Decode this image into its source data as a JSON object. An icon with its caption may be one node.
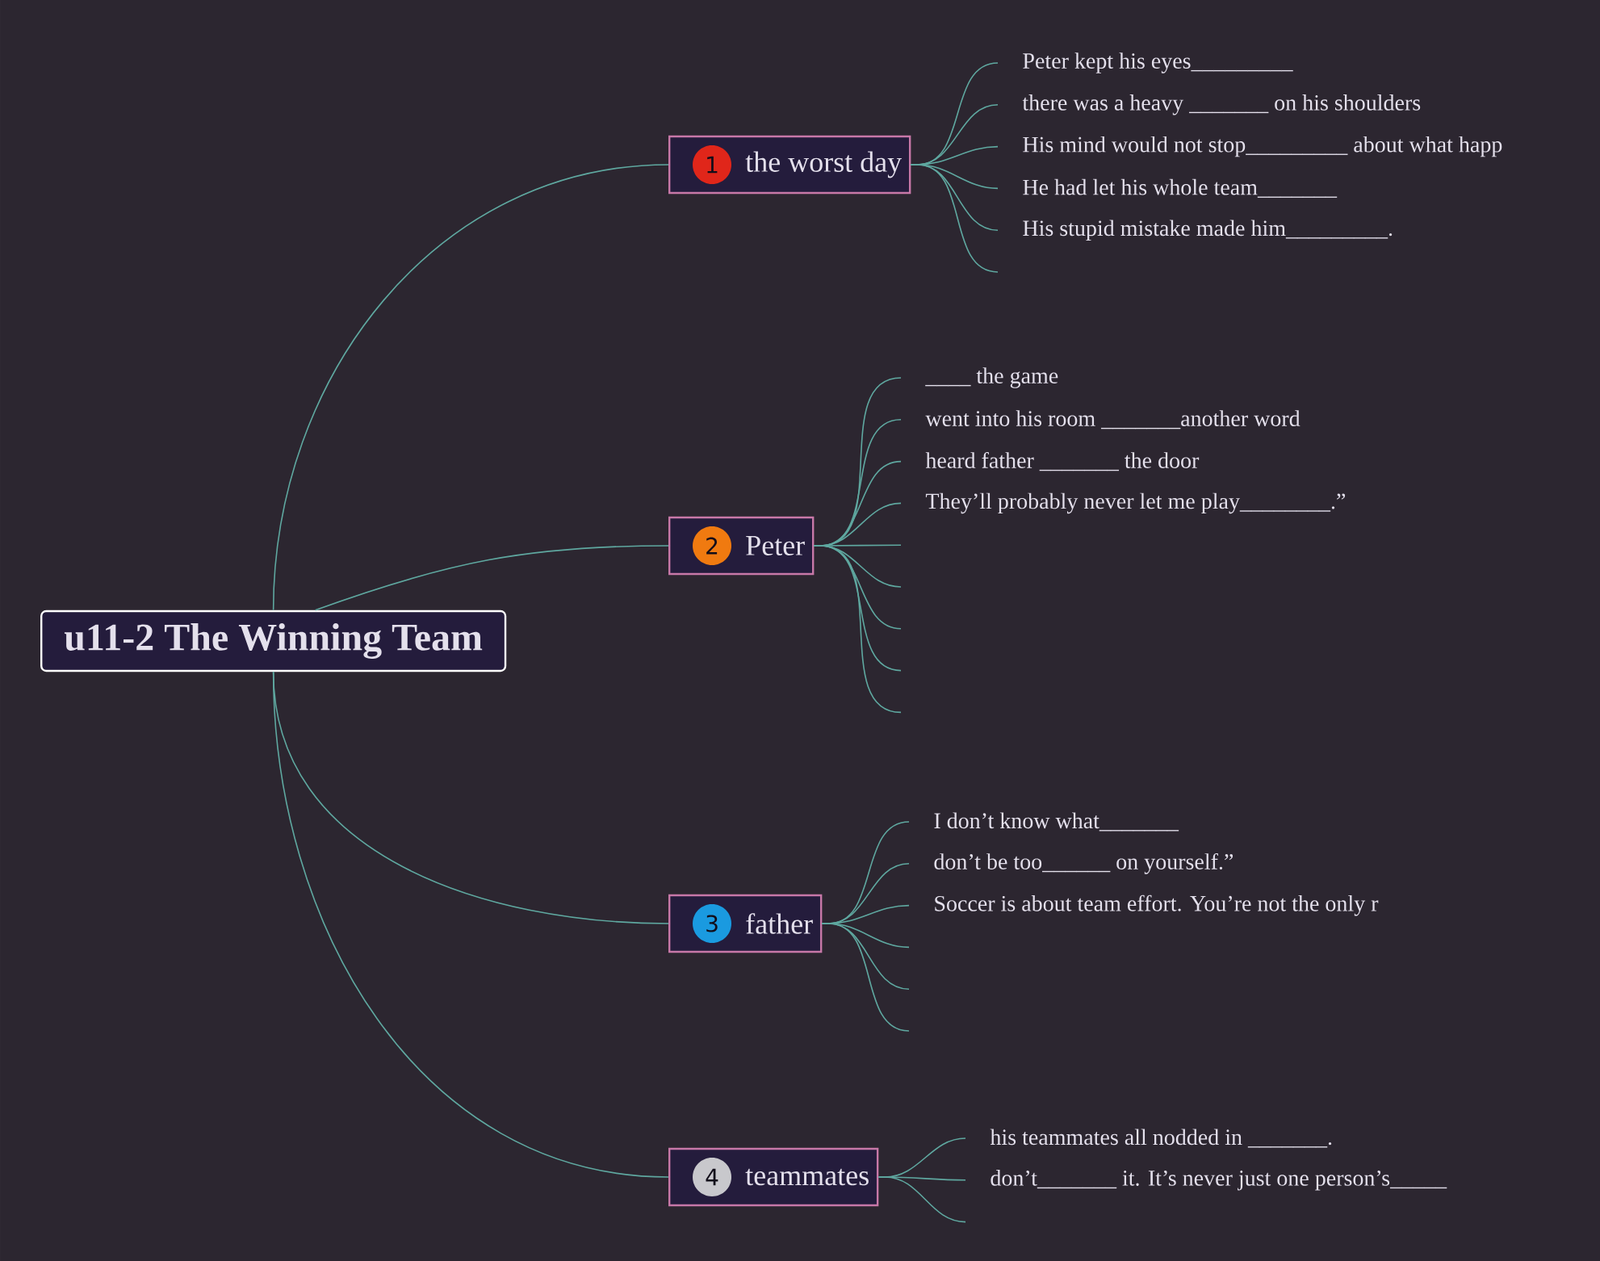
{
  "diagram": {
    "nodes": [
      {
        "text": [
          "u11-2 The Winning Team"
        ]
      },
      {
        "text": [
          "1",
          "the worst day"
        ]
      },
      {
        "text": [
          "Peter kept his eyes_________"
        ]
      },
      {
        "text": [
          "there was a heavy _______ on his shoulders"
        ]
      },
      {
        "text": [
          "His mind would not stop_________ about what happ"
        ]
      },
      {
        "text": [
          "He had let his whole team_______"
        ]
      },
      {
        "text": [
          "His stupid mistake made him_________."
        ]
      },
      {
        "text": [
          "2",
          "Peter"
        ]
      },
      {
        "text": [
          "____ the game"
        ]
      },
      {
        "text": [
          "went into his room _______another word"
        ]
      },
      {
        "text": [
          "heard father _______ the door"
        ]
      },
      {
        "text": [
          "They’ll probably never let me play________.”"
        ]
      },
      {
        "text": [
          "3",
          "father"
        ]
      },
      {
        "text": [
          "I don’t know what_______"
        ]
      },
      {
        "text": [
          "don’t be too______ on yourself.”"
        ]
      },
      {
        "text": [
          "Soccer is about team effort. You’re not the only r"
        ]
      },
      {
        "text": [
          "4",
          "teammates"
        ]
      },
      {
        "text": [
          "his teammates all nodded in _______."
        ]
      },
      {
        "text": [
          "don’t_______ it. It’s never just one person’s_____"
        ]
      }
    ],
    "edges": [
      {
        "from": 0,
        "to": 1,
        "arrow": "none"
      },
      {
        "from": 0,
        "to": 7,
        "arrow": "none"
      },
      {
        "from": 0,
        "to": 12,
        "arrow": "none"
      },
      {
        "from": 0,
        "to": 16,
        "arrow": "none"
      },
      {
        "from": 1,
        "to": 2,
        "arrow": "none"
      },
      {
        "from": 1,
        "to": 3,
        "arrow": "none"
      },
      {
        "from": 1,
        "to": 4,
        "arrow": "none"
      },
      {
        "from": 1,
        "to": 5,
        "arrow": "none"
      },
      {
        "from": 1,
        "to": 6,
        "arrow": "none"
      },
      {
        "from": 1,
        "to": null,
        "arrow": "none"
      },
      {
        "from": 7,
        "to": 8,
        "arrow": "none"
      },
      {
        "from": 7,
        "to": 9,
        "arrow": "none"
      },
      {
        "from": 7,
        "to": 10,
        "arrow": "none"
      },
      {
        "from": 7,
        "to": 11,
        "arrow": "none"
      },
      {
        "from": 7,
        "to": null,
        "arrow": "none"
      },
      {
        "from": 7,
        "to": null,
        "arrow": "none"
      },
      {
        "from": 7,
        "to": null,
        "arrow": "none"
      },
      {
        "from": 7,
        "to": null,
        "arrow": "none"
      },
      {
        "from": 7,
        "to": null,
        "arrow": "none"
      },
      {
        "from": 12,
        "to": 13,
        "arrow": "none"
      },
      {
        "from": 12,
        "to": 14,
        "arrow": "none"
      },
      {
        "from": 12,
        "to": 15,
        "arrow": "none"
      },
      {
        "from": 12,
        "to": null,
        "arrow": "none"
      },
      {
        "from": 12,
        "to": null,
        "arrow": "none"
      },
      {
        "from": 12,
        "to": null,
        "arrow": "none"
      },
      {
        "from": 16,
        "to": 17,
        "arrow": "none"
      },
      {
        "from": 16,
        "to": 18,
        "arrow": "none"
      },
      {
        "from": 16,
        "to": null,
        "arrow": "none"
      }
    ]
  }
}
